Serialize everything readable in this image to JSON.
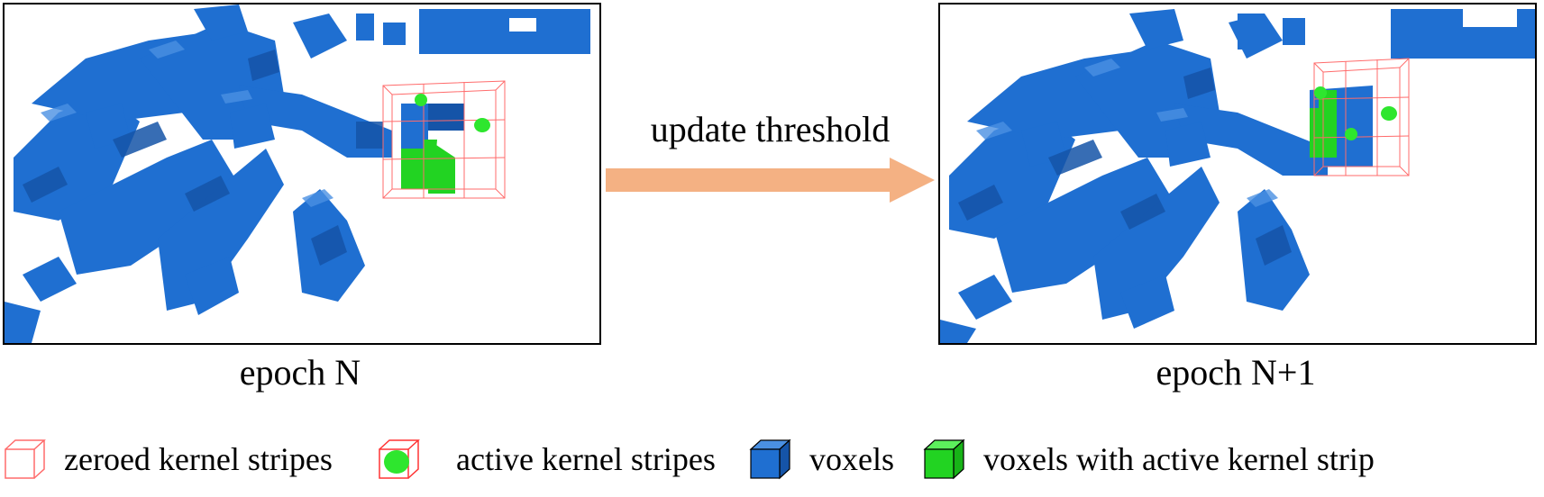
{
  "panels": {
    "left": {
      "caption": "epoch N"
    },
    "right": {
      "caption": "epoch N+1"
    }
  },
  "arrow": {
    "label": "update threshold",
    "color": "#F4B183"
  },
  "legend": {
    "items": [
      {
        "label": "zeroed kernel stripes",
        "icon": "red-wire-cube-icon"
      },
      {
        "label": "active kernel stripes",
        "icon": "red-wire-cube-with-green-dot-icon"
      },
      {
        "label": "voxels",
        "icon": "blue-cube-icon"
      },
      {
        "label": "voxels with active kernel strip",
        "icon": "green-cube-icon"
      }
    ]
  },
  "colors": {
    "voxel": "#1F6FD1",
    "voxel_dark": "#1554A8",
    "voxel_light": "#4A90E2",
    "active_voxel": "#22D322",
    "kernel_wire": "#FF6B6B",
    "active_dot": "#2EE62E"
  }
}
